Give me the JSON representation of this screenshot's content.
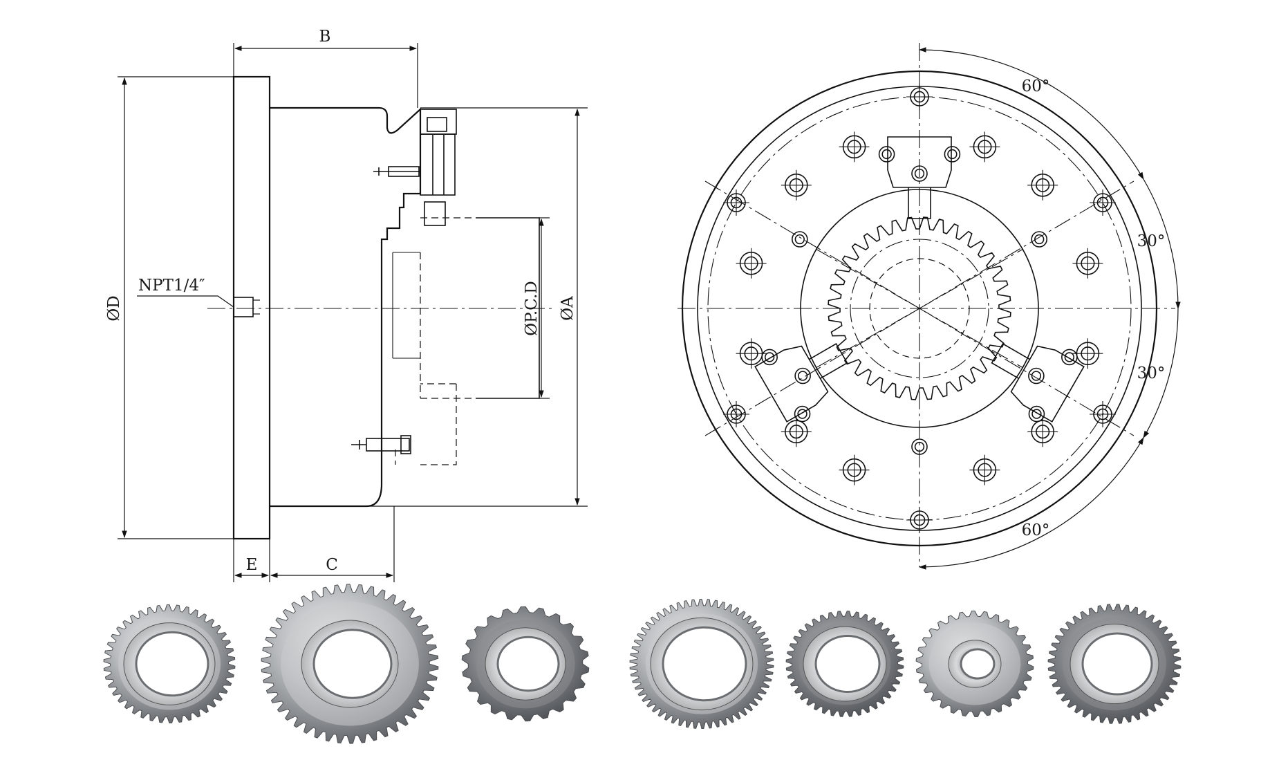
{
  "side_view": {
    "labels": {
      "B": "B",
      "D": "ØD",
      "A": "ØA",
      "PCD": "ØP.C.D",
      "NPT": "NPT1/4″",
      "E": "E",
      "C": "C"
    }
  },
  "front_view": {
    "angles": {
      "top": "60°",
      "right_upper": "30°",
      "right_lower": "30°",
      "bottom": "60°"
    }
  },
  "photos": {
    "count": 7,
    "style": "metallic-gear"
  }
}
